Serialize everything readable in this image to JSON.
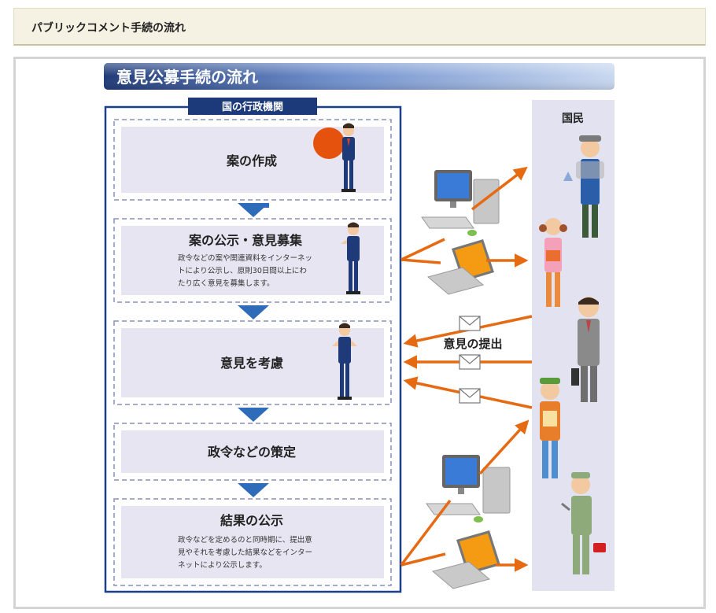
{
  "page": {
    "header_title": "パブリックコメント手続の流れ"
  },
  "diagram": {
    "banner_title": "意見公募手続の流れ",
    "gov_label": "国の行政機関",
    "citizens_label": "国民",
    "submission_label": "意見の提出",
    "steps": [
      {
        "title": "案の作成",
        "lines": []
      },
      {
        "title": "案の公示・意見募集",
        "lines": [
          "政令などの案や関連資料をインターネッ",
          "トにより公示し、原則30日間以上にわ",
          "たり広く意見を募集します。"
        ]
      },
      {
        "title": "意見を考慮",
        "lines": []
      },
      {
        "title": "政令などの策定",
        "lines": []
      },
      {
        "title": "結果の公示",
        "lines": [
          "政令などを定めるのと同時期に、提出意",
          "見やそれを考慮した結果などをインター",
          "ネットにより公示します。"
        ]
      }
    ]
  },
  "colors": {
    "banner_start": "#1f3b78",
    "banner_end": "#c8d8f0",
    "gov_border": "#1c3f8c",
    "gov_label_bg": "#1c3a7a",
    "step_bg": "#e7e5f1",
    "dashed_border": "#8a8fb8",
    "down_arrow": "#2e6bb8",
    "orange_arrow": "#e66a12",
    "citizen_bg": "#e2e2f0",
    "presentation_ball": "#e4520d"
  },
  "icons": [
    "presenter-icon",
    "desktop-computer-icon",
    "laptop-computer-icon",
    "envelope-icon",
    "person-icon"
  ]
}
